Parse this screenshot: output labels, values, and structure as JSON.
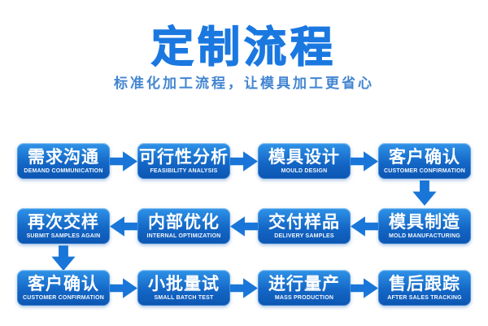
{
  "page": {
    "title": "定制流程",
    "subtitle": "标准化加工流程，让模具加工更省心"
  },
  "colors": {
    "title_blue": "#1a78e0",
    "subtitle_blue": "#4285d2",
    "box_gradient_top": "#2f93e8",
    "box_gradient_bottom": "#0c55b2",
    "arrow_blue": "#1976d8",
    "text_on_box": "#ffffff",
    "background": "#ffffff"
  },
  "flow": {
    "rows": [
      {
        "direction": "right",
        "steps": [
          {
            "zh": "需求沟通",
            "en": "DEMAND COMMUNICATION"
          },
          {
            "zh": "可行性分析",
            "en": "FEASIBILITY ANALYSIS"
          },
          {
            "zh": "模具设计",
            "en": "MOULD DESIGN"
          },
          {
            "zh": "客户确认",
            "en": "CUSTOMER CONFIRMATION"
          }
        ]
      },
      {
        "direction": "left",
        "steps": [
          {
            "zh": "再次交样",
            "en": "SUBMIT SAMPLES AGAIN"
          },
          {
            "zh": "内部优化",
            "en": "INTERNAL OPTIMIZATION"
          },
          {
            "zh": "交付样品",
            "en": "DELIVERY SAMPLES"
          },
          {
            "zh": "模具制造",
            "en": "MOLD MANUFACTURING"
          }
        ]
      },
      {
        "direction": "right",
        "steps": [
          {
            "zh": "客户确认",
            "en": "CUSTOMER CONFIRMATION"
          },
          {
            "zh": "小批量试",
            "en": "SMALL BATCH TEST"
          },
          {
            "zh": "进行量产",
            "en": "MASS PRODUCTION"
          },
          {
            "zh": "售后跟踪",
            "en": "AFTER SALES TRACKING"
          }
        ]
      }
    ]
  }
}
